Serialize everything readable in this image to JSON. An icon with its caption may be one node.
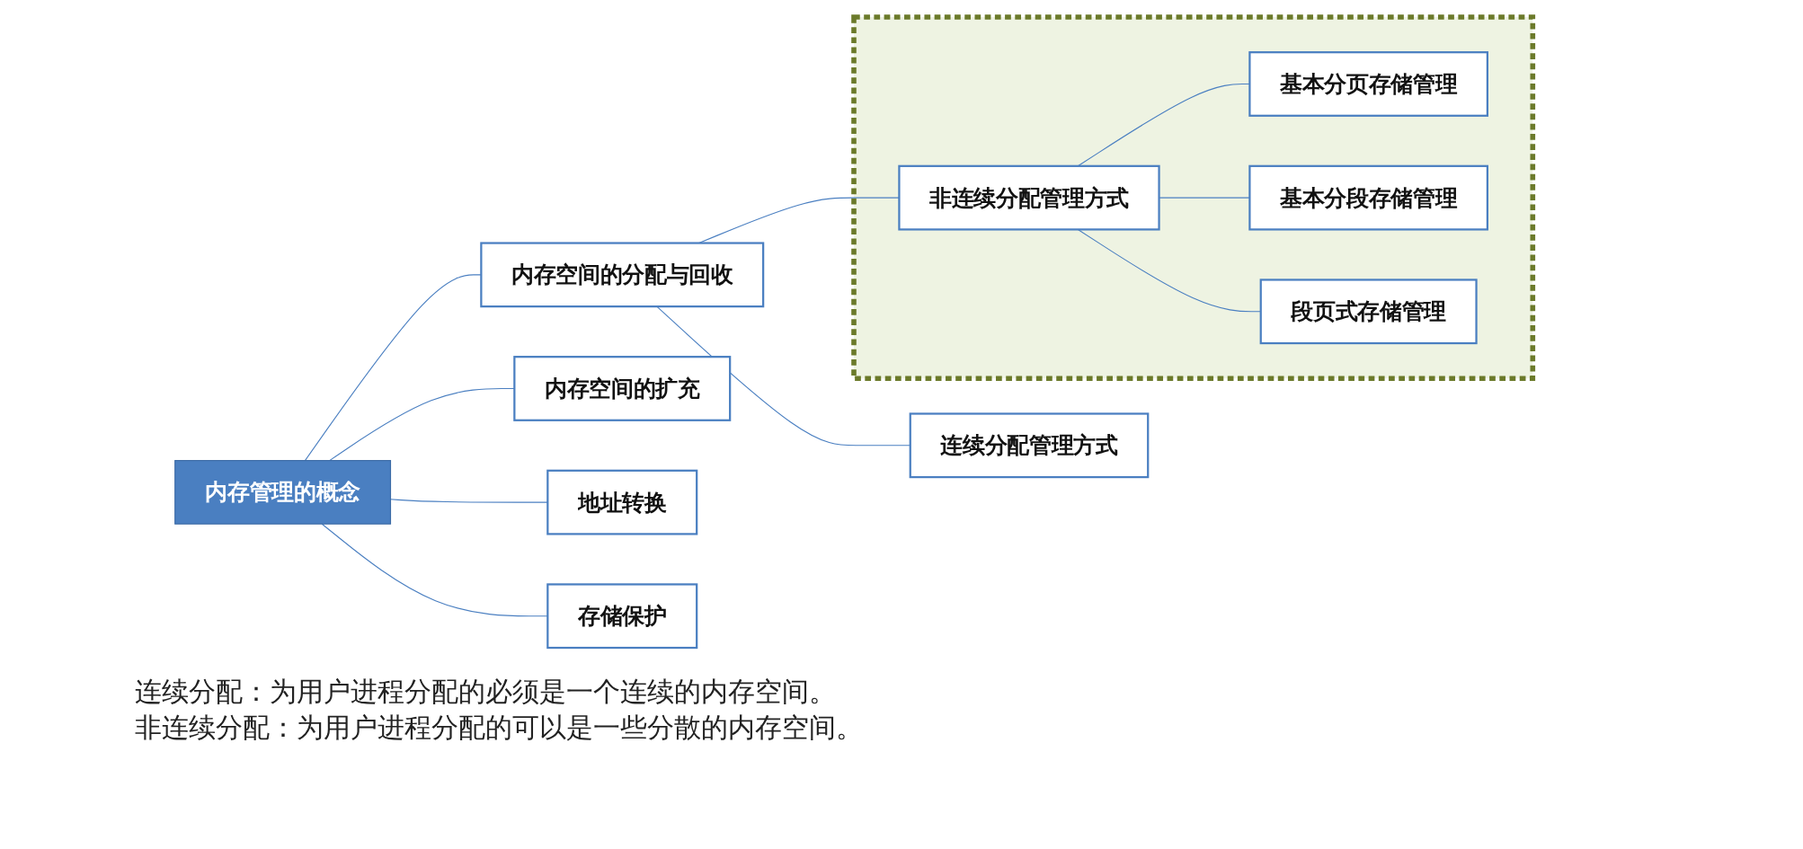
{
  "diagram": {
    "nodes": [
      {
        "text": [
          "内存管理的概念"
        ]
      },
      {
        "text": [
          "内存空间的分配与回收"
        ]
      },
      {
        "text": [
          "连续分配管理方式"
        ]
      },
      {
        "text": [],
        "shape": "box"
      },
      {
        "text": [
          "非连续分配管理方式"
        ],
        "in": 3
      },
      {
        "text": [
          "基本分页存储管理"
        ],
        "in": 3
      },
      {
        "text": [
          "基本分段存储管理"
        ],
        "in": 3
      },
      {
        "text": [
          "段页式存储管理"
        ],
        "in": 3
      },
      {
        "text": [
          "内存空间的扩充"
        ]
      },
      {
        "text": [
          "地址转换"
        ]
      },
      {
        "text": [
          "存储保护"
        ]
      }
    ],
    "edges": [
      {
        "from": 0,
        "to": 1,
        "arrow": "none"
      },
      {
        "from": 0,
        "to": 8,
        "arrow": "none"
      },
      {
        "from": 0,
        "to": 9,
        "arrow": "none"
      },
      {
        "from": 0,
        "to": 10,
        "arrow": "none"
      },
      {
        "from": 1,
        "to": 2,
        "arrow": "none"
      },
      {
        "from": 1,
        "to": 4,
        "arrow": "none"
      },
      {
        "from": 4,
        "to": 5,
        "arrow": "none"
      },
      {
        "from": 4,
        "to": 6,
        "arrow": "none"
      },
      {
        "from": 4,
        "to": 7,
        "arrow": "none"
      }
    ],
    "labels": [
      "连续分配：为用户进程分配的必须是一个连续的内存空间。",
      "非连续分配：为用户进程分配的可以是一些分散的内存空间。"
    ]
  }
}
